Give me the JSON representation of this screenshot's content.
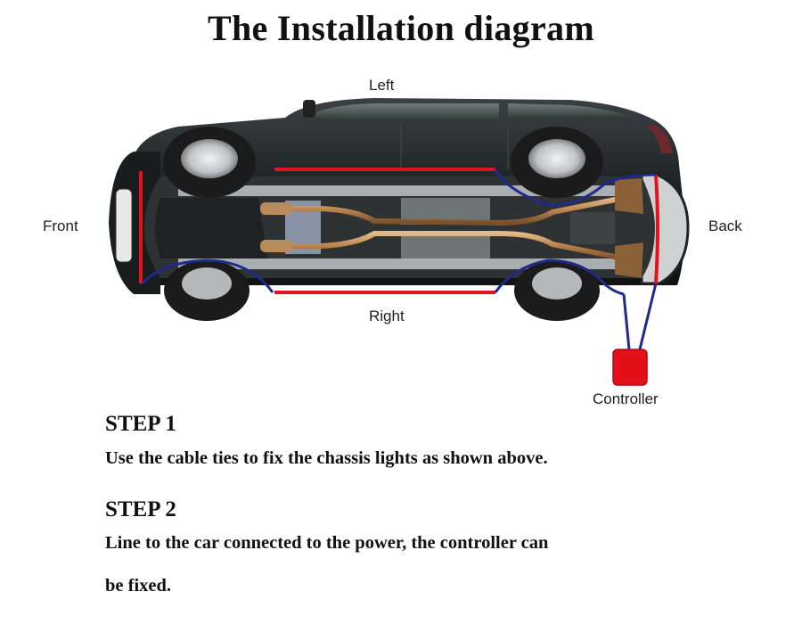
{
  "title": "The Installation diagram",
  "labels": {
    "left": "Left",
    "right": "Right",
    "front": "Front",
    "back": "Back",
    "controller": "Controller"
  },
  "colors": {
    "light_strip": "#e0141c",
    "wire": "#1f2a8c",
    "controller": "#e3101a",
    "car_body": "#1e2224"
  },
  "steps": [
    {
      "heading": "STEP 1",
      "text": "Use the cable ties to fix the chassis lights as shown above."
    },
    {
      "heading": "STEP 2",
      "text": "Line to the car connected to the power, the controller can",
      "text_cont": "be fixed."
    }
  ]
}
